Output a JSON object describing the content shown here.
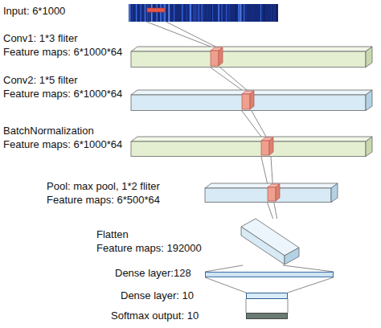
{
  "diagram": {
    "nodes": [
      {
        "text": [
          "Input: 6*1000"
        ]
      },
      {
        "text": [
          "Conv1: 1*3 fliter",
          "Feature maps: 6*1000*64"
        ]
      },
      {
        "text": [
          "Conv2: 1*5 filter",
          "Feature maps: 6*1000*64"
        ]
      },
      {
        "text": [
          "BatchNormalization",
          "Feature maps: 6*1000*64"
        ]
      },
      {
        "text": [
          "Pool: max pool, 1*2 fliter",
          "Feature maps: 6*500*64"
        ]
      },
      {
        "text": [
          "Flatten",
          "Feature maps: 192000"
        ]
      },
      {
        "text": [
          "Dense layer:128"
        ]
      },
      {
        "text": [
          "Dense layer: 10"
        ]
      },
      {
        "text": [
          "Softmax output: 10"
        ]
      }
    ],
    "edges": [
      {
        "from": 0,
        "to": 1,
        "arrow": "none"
      },
      {
        "from": 1,
        "to": 2,
        "arrow": "none"
      },
      {
        "from": 2,
        "to": 3,
        "arrow": "none"
      },
      {
        "from": 3,
        "to": 4,
        "arrow": "none"
      },
      {
        "from": 4,
        "to": 5,
        "arrow": "none"
      },
      {
        "from": 5,
        "to": 6,
        "arrow": "none"
      },
      {
        "from": 6,
        "to": 7,
        "arrow": "none"
      },
      {
        "from": 7,
        "to": 8,
        "arrow": "none"
      }
    ]
  }
}
